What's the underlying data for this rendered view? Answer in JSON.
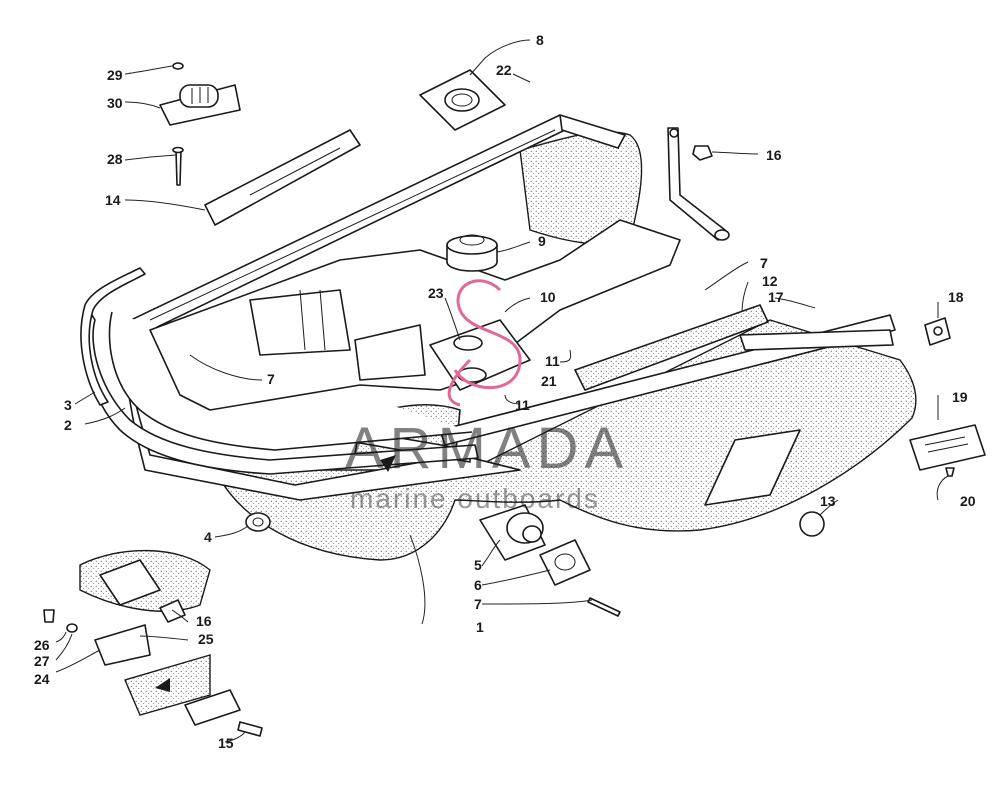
{
  "callouts": [
    "1",
    "2",
    "3",
    "4",
    "5",
    "6",
    "7",
    "7",
    "7",
    "7",
    "8",
    "9",
    "10",
    "11",
    "11",
    "12",
    "13",
    "14",
    "15",
    "16",
    "16",
    "17",
    "18",
    "19",
    "20",
    "21",
    "22",
    "23",
    "24",
    "25",
    "26",
    "27",
    "28",
    "29",
    "30"
  ],
  "watermark": {
    "brand": "ARMADA",
    "tagline": "marine outboards",
    "accent": "#e0699a"
  },
  "colors": {
    "ink": "#1a1a1a",
    "background": "#ffffff"
  }
}
